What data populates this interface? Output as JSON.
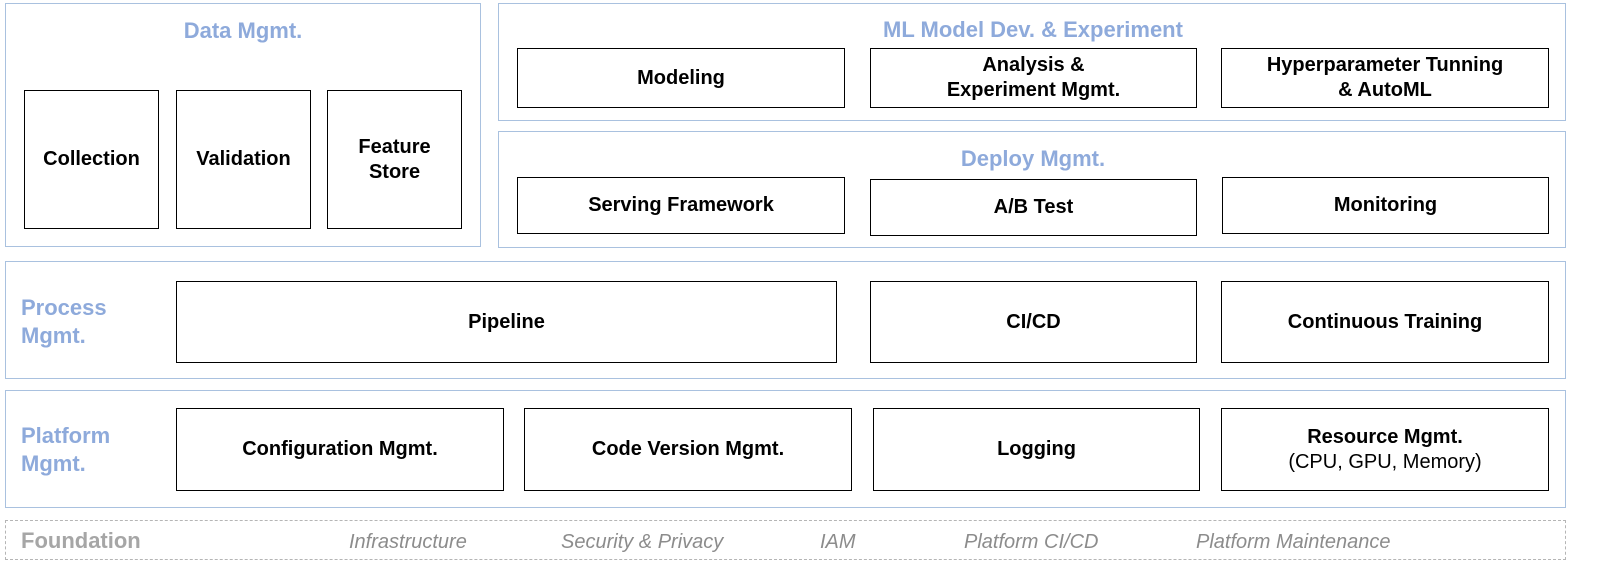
{
  "data_mgmt": {
    "title": "Data Mgmt.",
    "collection": "Collection",
    "validation": "Validation",
    "feature_store_line1": "Feature",
    "feature_store_line2": "Store"
  },
  "ml_model": {
    "title": "ML Model Dev. & Experiment",
    "modeling": "Modeling",
    "analysis_line1": "Analysis &",
    "analysis_line2": "Experiment Mgmt.",
    "hyper_line1": "Hyperparameter Tunning",
    "hyper_line2": "& AutoML"
  },
  "deploy_mgmt": {
    "title": "Deploy Mgmt.",
    "serving": "Serving Framework",
    "ab_test": "A/B Test",
    "monitoring": "Monitoring"
  },
  "process_mgmt": {
    "title_line1": "Process",
    "title_line2": "Mgmt.",
    "pipeline": "Pipeline",
    "cicd": "CI/CD",
    "continuous_training": "Continuous Training"
  },
  "platform_mgmt": {
    "title_line1": "Platform",
    "title_line2": "Mgmt.",
    "configuration": "Configuration Mgmt.",
    "code_version": "Code Version Mgmt.",
    "logging": "Logging",
    "resource_line1": "Resource Mgmt.",
    "resource_line2": "(CPU, GPU, Memory)"
  },
  "foundation": {
    "title": "Foundation",
    "items": [
      "Infrastructure",
      "Security & Privacy",
      "IAM",
      "Platform CI/CD",
      "Platform Maintenance"
    ]
  },
  "colors": {
    "panel_title": "#8eaadb",
    "panel_border": "#a9c1df",
    "foundation_title": "#a6a6a6",
    "foundation_item": "#8c8c8c"
  }
}
